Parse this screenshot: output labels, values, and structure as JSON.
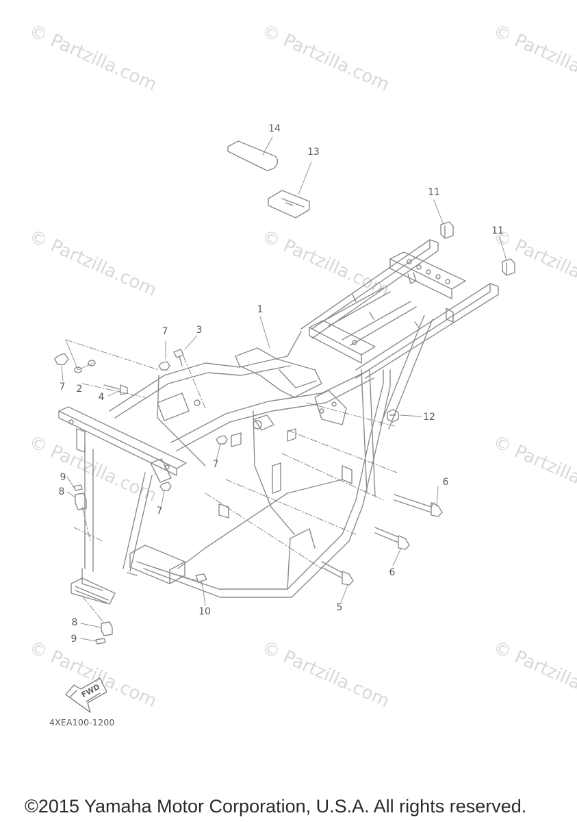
{
  "diagram": {
    "code": "4XEA100-1200",
    "fwd_marker": "FWD",
    "copyright": "©2015 Yamaha Motor Corporation, U.S.A. All rights reserved.",
    "watermark_text": "© Partzilla.com",
    "callouts": [
      "1",
      "2",
      "3",
      "4",
      "5",
      "6",
      "6",
      "7",
      "7",
      "7",
      "7",
      "8",
      "8",
      "9",
      "9",
      "10",
      "11",
      "11",
      "12",
      "13",
      "14"
    ]
  },
  "colors": {
    "line": "#8a8a8a",
    "text": "#5a5a5a",
    "watermark": "#d8d8d8",
    "background": "#ffffff"
  }
}
